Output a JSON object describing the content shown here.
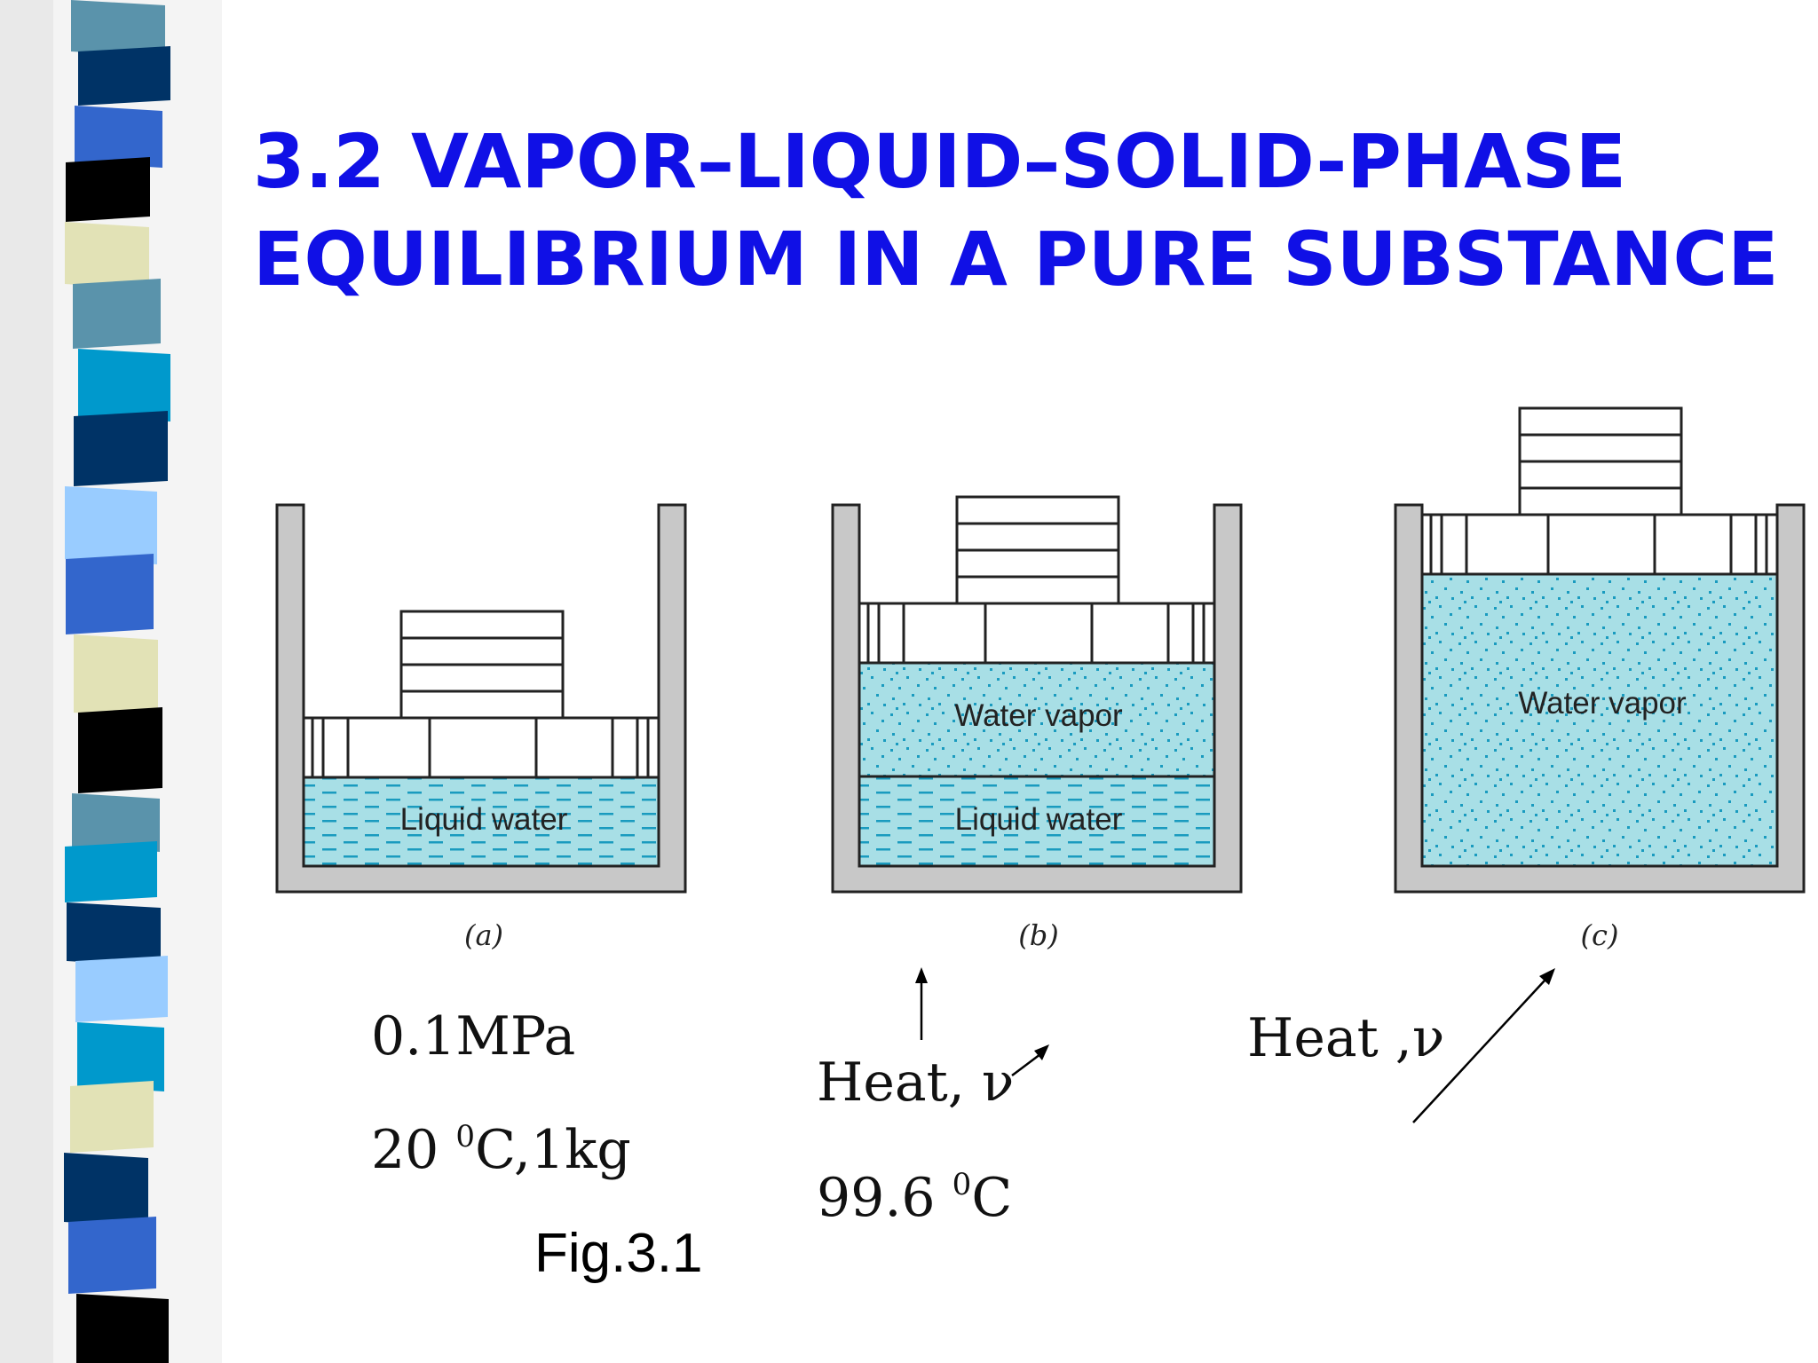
{
  "title": {
    "line1": "3.2  VAPOR–LIQUID–SOLID-PHASE",
    "line2": "EQUILIBRIUM IN A PURE SUBSTANCE"
  },
  "panels": [
    {
      "id": "a",
      "caption": "(a)",
      "lower_label": "Liquid water",
      "upper_label": ""
    },
    {
      "id": "b",
      "caption": "(b)",
      "lower_label": "Liquid water",
      "upper_label": "Water vapor"
    },
    {
      "id": "c",
      "caption": "(c)",
      "lower_label": "",
      "upper_label": "Water vapor"
    }
  ],
  "annotations": {
    "a_pressure": "0.1MPa",
    "a_temp_value": "20 ",
    "a_temp_sup": "0",
    "a_temp_rest": "C,1kg",
    "b_heat": "Heat, ν",
    "b_temp_value": "99.6 ",
    "b_temp_sup": "0",
    "b_temp_rest": "C",
    "c_heat": "Heat ,ν"
  },
  "figure_label": "Fig.3.1",
  "colors": {
    "title": "#1010e6",
    "water": "#a8dfe6",
    "water_mark": "#1a9bbf",
    "vessel_wall": "#c8c8c8",
    "outline": "#222222",
    "stripe": [
      "#5a93ab",
      "#003366",
      "#3366cc",
      "#000000",
      "#e2e2b6",
      "#0099cc",
      "#99ccff"
    ]
  }
}
